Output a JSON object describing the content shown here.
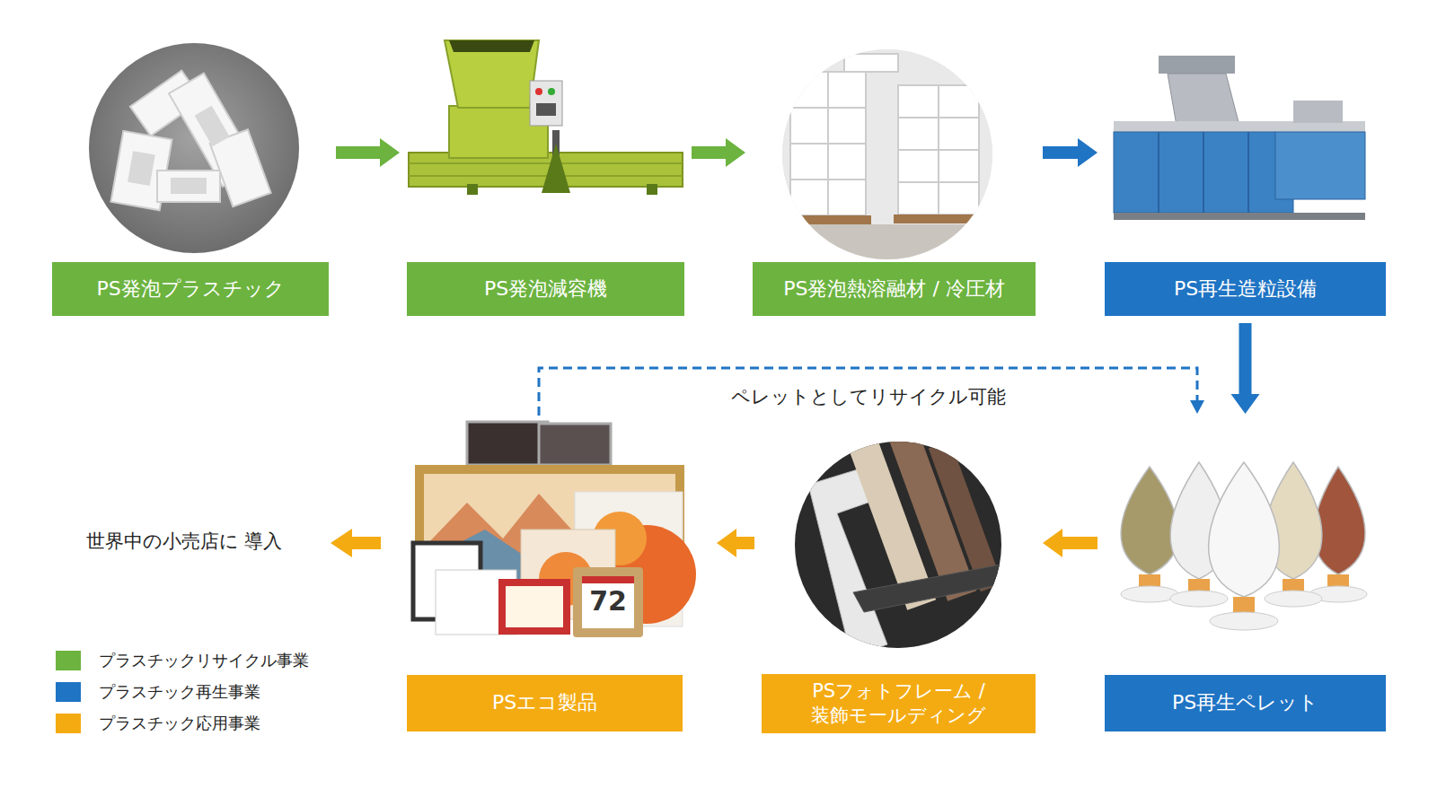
{
  "diagram": {
    "nodes": [
      {
        "text": [
          "PS発泡プラスチック"
        ]
      },
      {
        "text": [
          "PS発泡減容機"
        ]
      },
      {
        "text": [
          "PS発泡熱溶融材 / 冷圧材"
        ]
      },
      {
        "text": [
          "PS再生造粒設備"
        ]
      },
      {
        "text": [
          "PS再生ペレット"
        ]
      },
      {
        "text": [
          "PSフォトフレーム / 装飾モールディング"
        ]
      },
      {
        "text": [
          "PSエコ製品"
        ]
      }
    ],
    "edges": [
      {
        "from": 0,
        "to": 1,
        "arrow": "to"
      },
      {
        "from": 1,
        "to": 2,
        "arrow": "to"
      },
      {
        "from": 2,
        "to": 3,
        "arrow": "to"
      },
      {
        "from": 3,
        "to": 4,
        "arrow": "to"
      },
      {
        "from": 4,
        "to": 5,
        "arrow": "to"
      },
      {
        "from": 5,
        "to": 6,
        "arrow": "to"
      },
      {
        "from": 6,
        "to": 4,
        "label": "ペレットとしてリサイクル可能",
        "arrow": "to"
      }
    ],
    "labels": [
      "世界中の小売店に 導入",
      "72"
    ],
    "legend": [
      {
        "text": "プラスチックリサイクル事業",
        "color": "#6cb33f"
      },
      {
        "text": "プラスチック再生事業",
        "color": "#1f74c4"
      },
      {
        "text": "プラスチック応用事業",
        "color": "#f4ab12"
      }
    ]
  }
}
